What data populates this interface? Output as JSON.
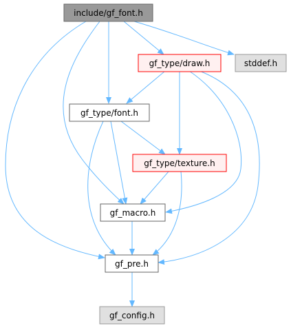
{
  "nodes": {
    "gf_font": {
      "label": "include/gf_font.h",
      "style": "root"
    },
    "stddef": {
      "label": "stddef.h",
      "style": "system"
    },
    "draw": {
      "label": "gf_type/draw.h",
      "style": "truncated"
    },
    "font": {
      "label": "gf_type/font.h",
      "style": "normal"
    },
    "texture": {
      "label": "gf_type/texture.h",
      "style": "truncated"
    },
    "macro": {
      "label": "gf_macro.h",
      "style": "normal"
    },
    "pre": {
      "label": "gf_pre.h",
      "style": "normal"
    },
    "config": {
      "label": "gf_config.h",
      "style": "system"
    }
  },
  "edges": [
    {
      "from": "gf_font",
      "to": "draw"
    },
    {
      "from": "gf_font",
      "to": "stddef"
    },
    {
      "from": "gf_font",
      "to": "font"
    },
    {
      "from": "gf_font",
      "to": "macro"
    },
    {
      "from": "gf_font",
      "to": "pre"
    },
    {
      "from": "draw",
      "to": "font"
    },
    {
      "from": "draw",
      "to": "texture"
    },
    {
      "from": "draw",
      "to": "macro"
    },
    {
      "from": "draw",
      "to": "pre"
    },
    {
      "from": "font",
      "to": "texture"
    },
    {
      "from": "font",
      "to": "macro"
    },
    {
      "from": "font",
      "to": "pre"
    },
    {
      "from": "texture",
      "to": "macro"
    },
    {
      "from": "texture",
      "to": "pre"
    },
    {
      "from": "macro",
      "to": "pre"
    },
    {
      "from": "pre",
      "to": "config"
    }
  ],
  "colors": {
    "edge": "#63b8ff",
    "root_fill": "#999999",
    "root_border": "#666666",
    "system_fill": "#e0e0e0",
    "system_border": "#999999",
    "normal_fill": "#ffffff",
    "normal_border": "#666666",
    "truncated_fill": "#fff0f0",
    "truncated_border": "#ff0000"
  }
}
